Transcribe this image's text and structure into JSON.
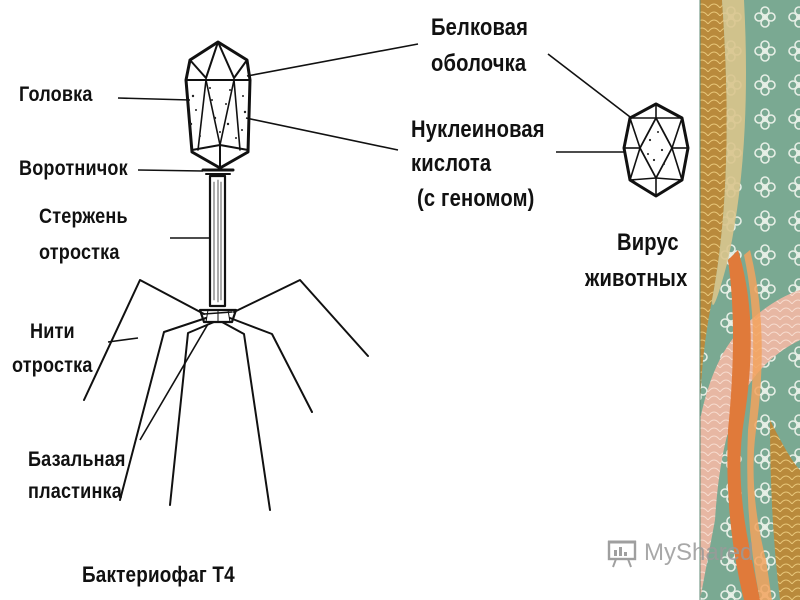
{
  "labels": {
    "head": "Головка",
    "collar": "Воротничок",
    "tail_core_l1": "Стержень",
    "tail_core_l2": "отростка",
    "tail_fibers_l1": "Нити",
    "tail_fibers_l2": "отростка",
    "base_plate_l1": "Базальная",
    "base_plate_l2": "пластинка",
    "protein_coat_l1": "Белковая",
    "protein_coat_l2": "оболочка",
    "nucleic_acid_l1": "Нуклеиновая",
    "nucleic_acid_l2": "кислота",
    "nucleic_acid_l3": "(с геномом)",
    "animal_virus_l1": "Вирус",
    "animal_virus_l2": "животных",
    "phage_title": "Бактериофаг Т4"
  },
  "watermark": {
    "text": "MyShared",
    "icon": "presentation-board-icon"
  },
  "colors": {
    "ink": "#111111",
    "panel_green": "#6f9f88",
    "panel_gold": "#c9a24b",
    "panel_pink": "#e9b9a6",
    "panel_orange": "#e07a3a"
  }
}
